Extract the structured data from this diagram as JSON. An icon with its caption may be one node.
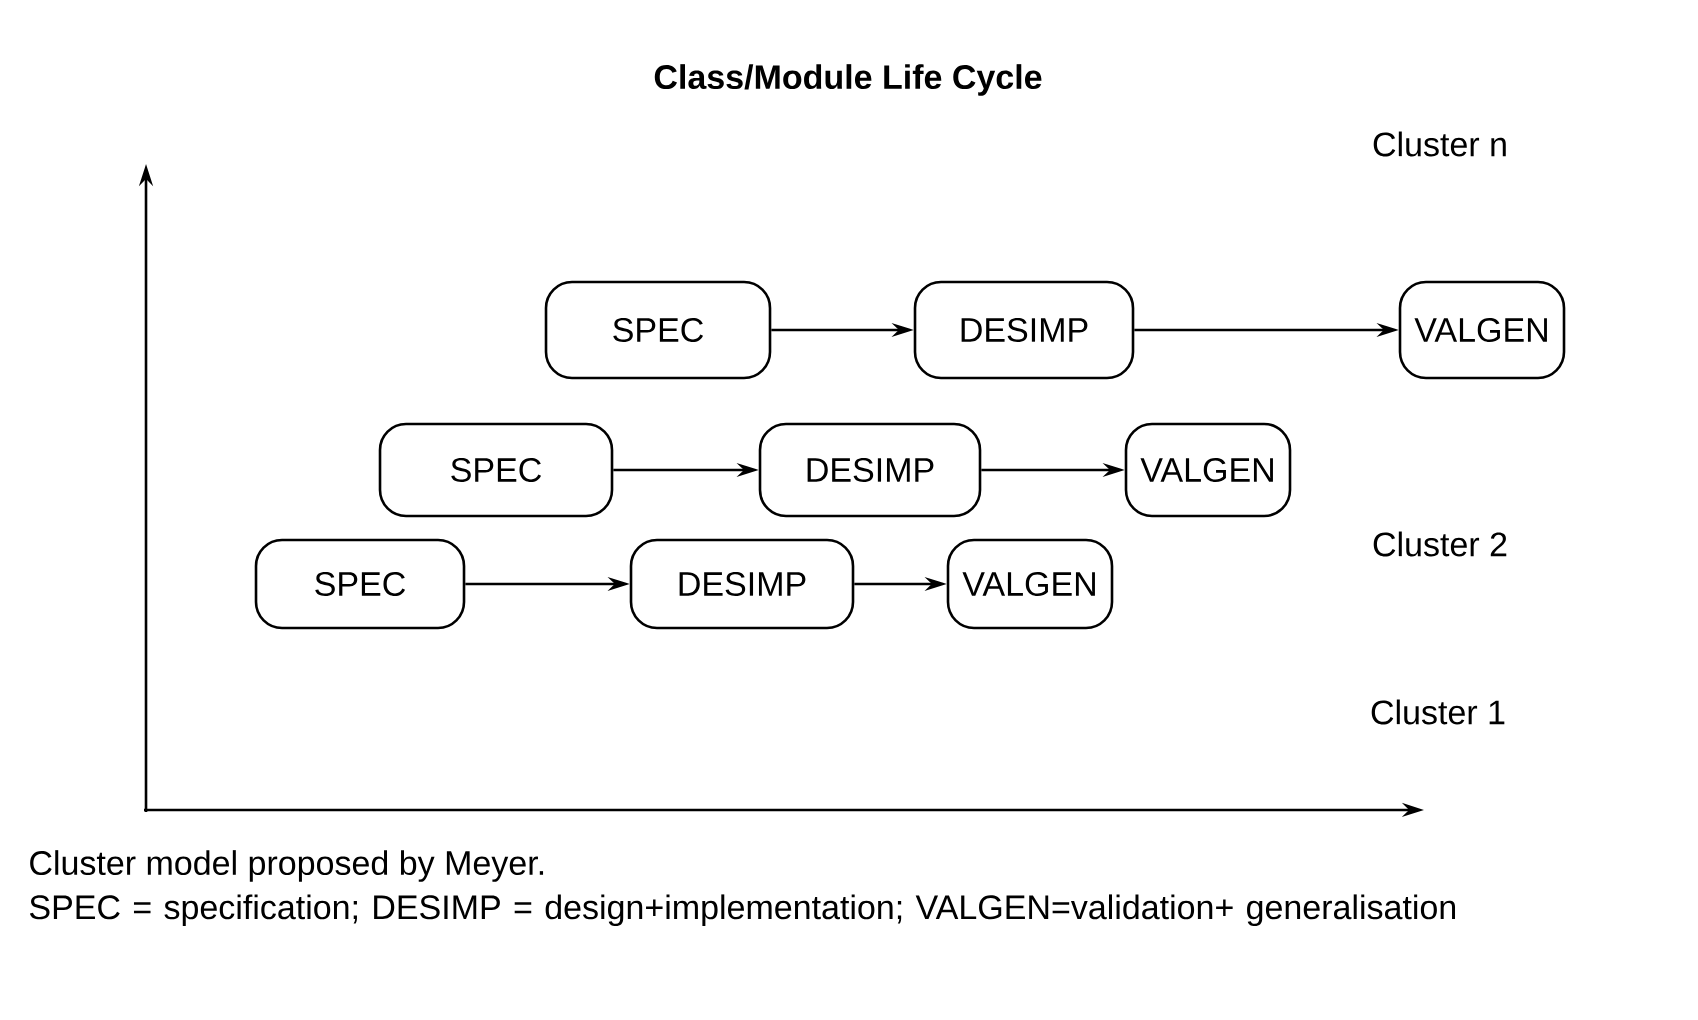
{
  "diagram": {
    "title": "Class/Module Life Cycle",
    "nodes": [
      {
        "text": [
          "SPEC"
        ]
      },
      {
        "text": [
          "DESIMP"
        ]
      },
      {
        "text": [
          "VALGEN"
        ]
      },
      {
        "text": [
          "SPEC"
        ]
      },
      {
        "text": [
          "DESIMP"
        ]
      },
      {
        "text": [
          "VALGEN"
        ]
      },
      {
        "text": [
          "SPEC"
        ]
      },
      {
        "text": [
          "DESIMP"
        ]
      },
      {
        "text": [
          "VALGEN"
        ]
      }
    ],
    "edges": [
      {
        "from": 0,
        "to": 1,
        "arrow": "to"
      },
      {
        "from": 1,
        "to": 2,
        "arrow": "to"
      },
      {
        "from": 3,
        "to": 4,
        "arrow": "to"
      },
      {
        "from": 4,
        "to": 5,
        "arrow": "to"
      },
      {
        "from": 6,
        "to": 7,
        "arrow": "to"
      },
      {
        "from": 7,
        "to": 8,
        "arrow": "to"
      }
    ],
    "labels": [
      "Cluster n",
      "Cluster 2",
      "Cluster 1",
      "SPEC = specification; DESIMP = design+implementation; VALGEN=validation+ generalisation"
    ],
    "caption": "Cluster model proposed by Meyer."
  }
}
